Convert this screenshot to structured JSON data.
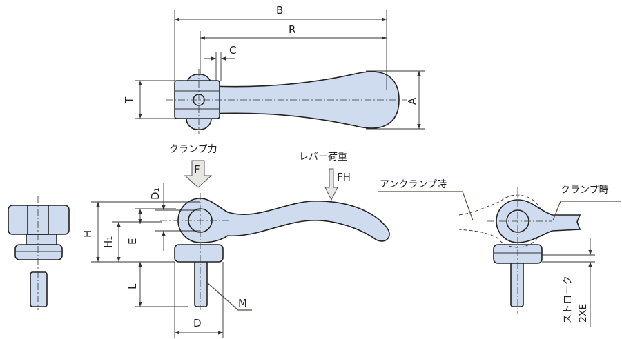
{
  "top_view": {
    "labels": {
      "B": "B",
      "R": "R",
      "C": "C",
      "T": "T",
      "A": "A"
    }
  },
  "side_view": {
    "clamp_force_label": "クランプ力",
    "clamp_force_symbol": "F",
    "lever_load_label": "レバー荷重",
    "lever_load_symbol": "FH",
    "labels": {
      "D1": "D₁",
      "H": "H",
      "H1": "H₁",
      "E": "E",
      "L": "L",
      "M": "M",
      "D": "D"
    }
  },
  "stroke_view": {
    "unclamped_label": "アンクランプ時",
    "clamped_label": "クランプ時",
    "stroke_label": "ストローク",
    "stroke_value": "2XE"
  }
}
